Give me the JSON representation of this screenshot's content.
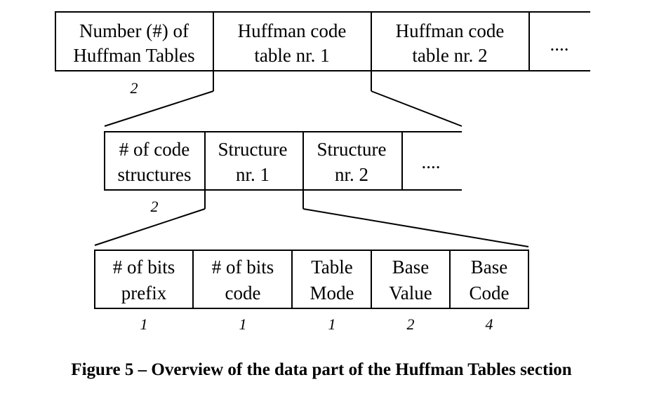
{
  "rows": [
    {
      "cells": [
        {
          "lines": [
            "Number (#) of",
            "Huffman Tables"
          ]
        },
        {
          "lines": [
            "Huffman code",
            "table nr. 1"
          ]
        },
        {
          "lines": [
            "Huffman code",
            "table nr. 2"
          ]
        },
        {
          "lines": [
            "...."
          ]
        }
      ],
      "sizes": [
        "2"
      ]
    },
    {
      "cells": [
        {
          "lines": [
            "# of code",
            "structures"
          ]
        },
        {
          "lines": [
            "Structure",
            "nr. 1"
          ]
        },
        {
          "lines": [
            "Structure",
            "nr. 2"
          ]
        },
        {
          "lines": [
            "...."
          ]
        }
      ],
      "sizes": [
        "2"
      ]
    },
    {
      "cells": [
        {
          "lines": [
            "# of bits",
            "prefix"
          ]
        },
        {
          "lines": [
            "# of bits",
            "code"
          ]
        },
        {
          "lines": [
            "Table",
            "Mode"
          ]
        },
        {
          "lines": [
            "Base",
            "Value"
          ]
        },
        {
          "lines": [
            "Base",
            "Code"
          ]
        }
      ],
      "sizes": [
        "1",
        "1",
        "1",
        "2",
        "4"
      ]
    }
  ],
  "caption": "Figure 5 – Overview of the data part of the Huffman Tables section"
}
